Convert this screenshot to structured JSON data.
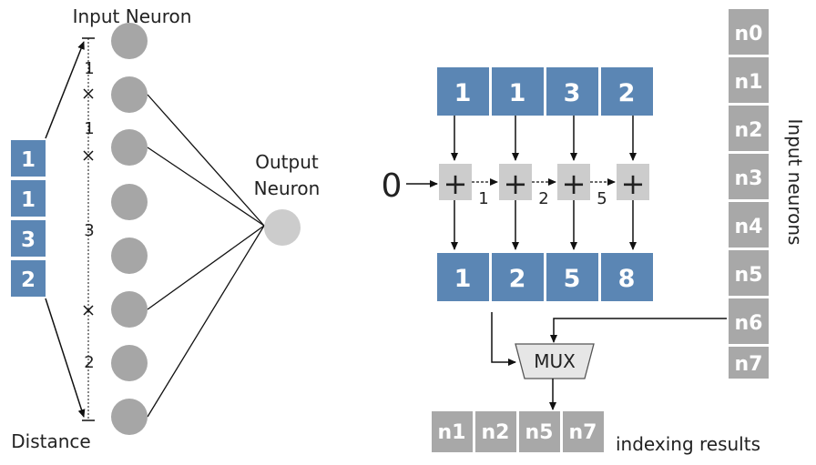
{
  "left_panel": {
    "input_label": "Input Neuron",
    "output_label_line1": "Output",
    "output_label_line2": "Neuron",
    "distance_label": "Distance",
    "distance_values": [
      "1",
      "1",
      "3",
      "2"
    ],
    "distances": [
      "1",
      "1",
      "3",
      "2"
    ],
    "input_neuron_count": 8
  },
  "right_panel": {
    "zero_label": "0",
    "top_values": [
      "1",
      "1",
      "3",
      "2"
    ],
    "plus_symbol": "+",
    "partial_sums": [
      "1",
      "2",
      "5"
    ],
    "bottom_values": [
      "1",
      "2",
      "5",
      "8"
    ],
    "mux_label": "MUX",
    "input_neurons": [
      "n0",
      "n1",
      "n2",
      "n3",
      "n4",
      "n5",
      "n6",
      "n7"
    ],
    "input_neurons_label": "Input neurons",
    "results": [
      "n1",
      "n2",
      "n5",
      "n7"
    ],
    "results_label": "indexing results"
  },
  "colors": {
    "blue_box": "#5b86b4",
    "gray_box": "#a8a8a8",
    "light_gray": "#cccccc",
    "neuron_gray": "#a6a6a6"
  }
}
